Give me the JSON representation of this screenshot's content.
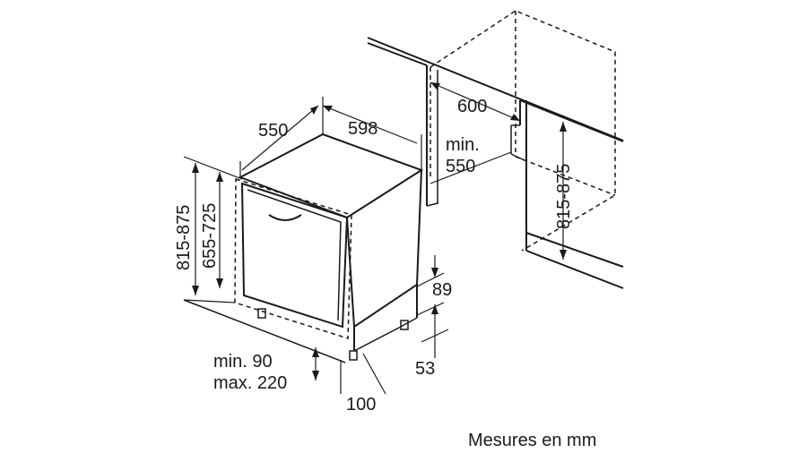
{
  "dimensions": {
    "depth": "550",
    "width": "598",
    "niche_width": "600",
    "niche_depth_line1": "min.",
    "niche_depth_line2": "550",
    "height_outer": "815-875",
    "height_door": "655-725",
    "niche_height": "815-875",
    "plinth_height": "89",
    "plinth_setback": "53",
    "foot_line1": "min. 90",
    "foot_line2": "max. 220",
    "foot_depth": "100"
  },
  "caption": "Mesures en mm"
}
